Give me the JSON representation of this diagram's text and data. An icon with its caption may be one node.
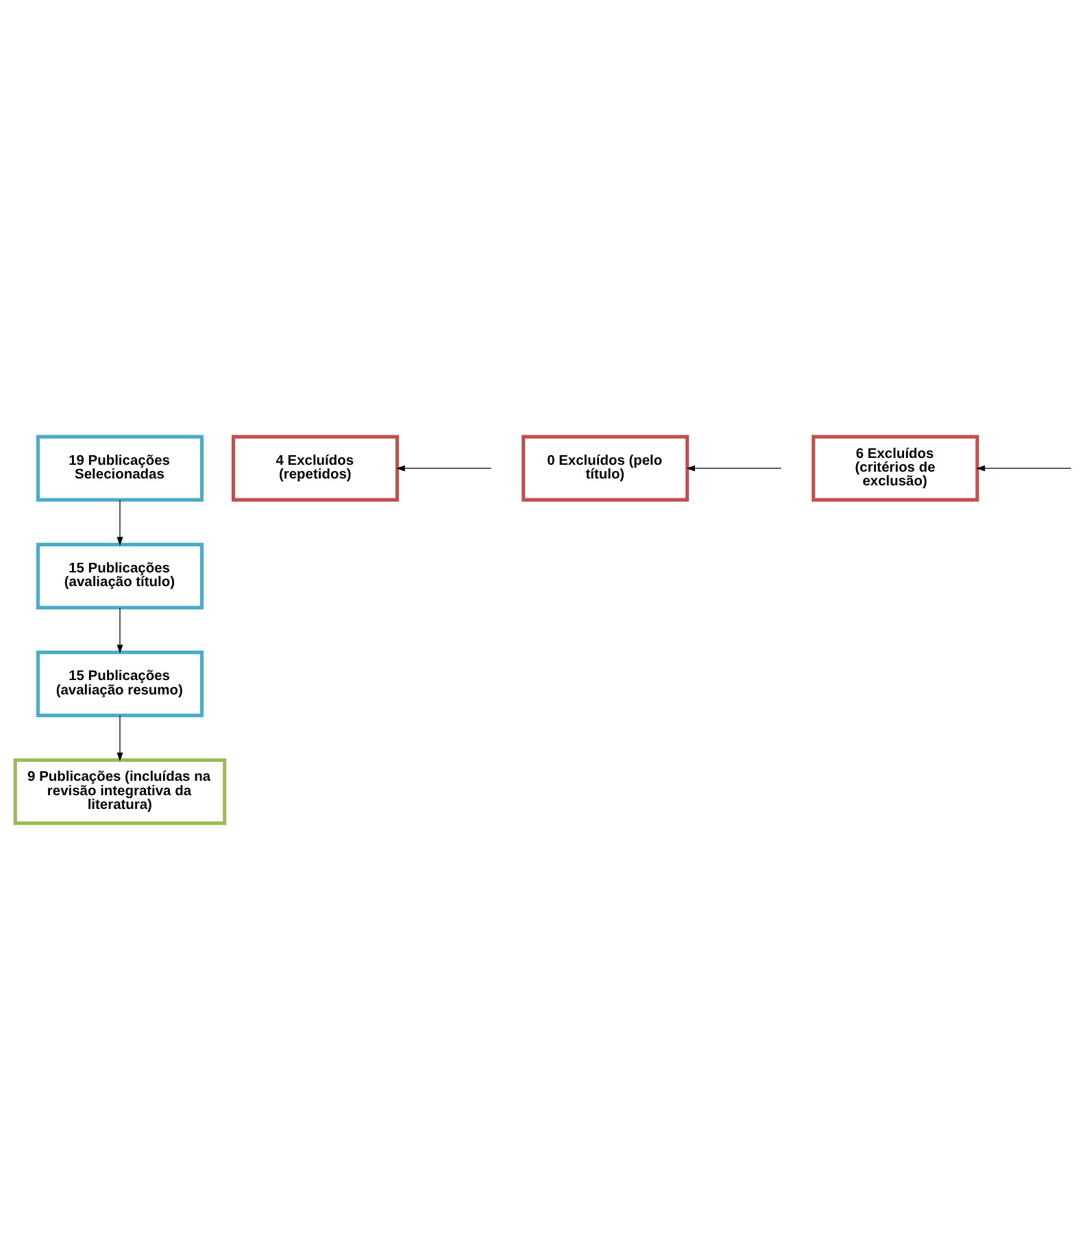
{
  "diagram": {
    "nodes": [
      {
        "text": [
          "19 Publicações Selecionadas"
        ]
      },
      {
        "text": [
          "4 Excluídos (repetidos)"
        ]
      },
      {
        "text": [
          "15 Publicações (avaliação título)"
        ]
      },
      {
        "text": [
          "0 Excluídos (pelo título)"
        ]
      },
      {
        "text": [
          "15 Publicações (avaliação resumo)"
        ]
      },
      {
        "text": [
          "6 Excluídos (critérios de exclusão)"
        ]
      },
      {
        "text": [
          "9 Publicações (incluídas na revisão integrativa da literatura)"
        ]
      }
    ],
    "edges": [
      {
        "from": 0,
        "to": 2,
        "arrow": "to"
      },
      {
        "from": null,
        "to": 1,
        "arrow": "to"
      },
      {
        "from": 2,
        "to": 4,
        "arrow": "to"
      },
      {
        "from": null,
        "to": 3,
        "arrow": "to"
      },
      {
        "from": 4,
        "to": 6,
        "arrow": "to"
      },
      {
        "from": null,
        "to": 5,
        "arrow": "to"
      }
    ]
  }
}
